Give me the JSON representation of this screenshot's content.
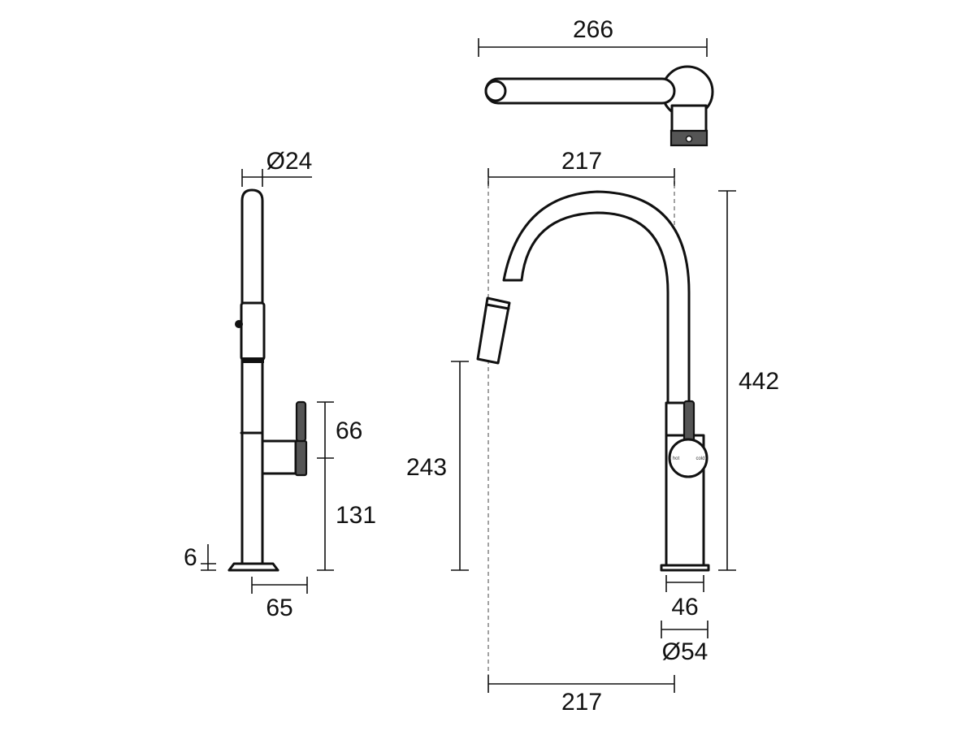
{
  "dimensions": {
    "top_view_length": "266",
    "side_tube_diameter": "Ø24",
    "handle_height": "66",
    "handle_center_height": "131",
    "base_thickness": "6",
    "base_offset": "65",
    "front_arc_width_top": "217",
    "spout_outlet_height": "243",
    "overall_height": "442",
    "body_width": "46",
    "base_diameter": "Ø54",
    "front_arc_width_bottom": "217"
  },
  "handle_labels": {
    "hot": "hot",
    "cold": "cold"
  },
  "colors": {
    "line": "#111111",
    "handle_fill": "#555555",
    "background": "#ffffff"
  }
}
